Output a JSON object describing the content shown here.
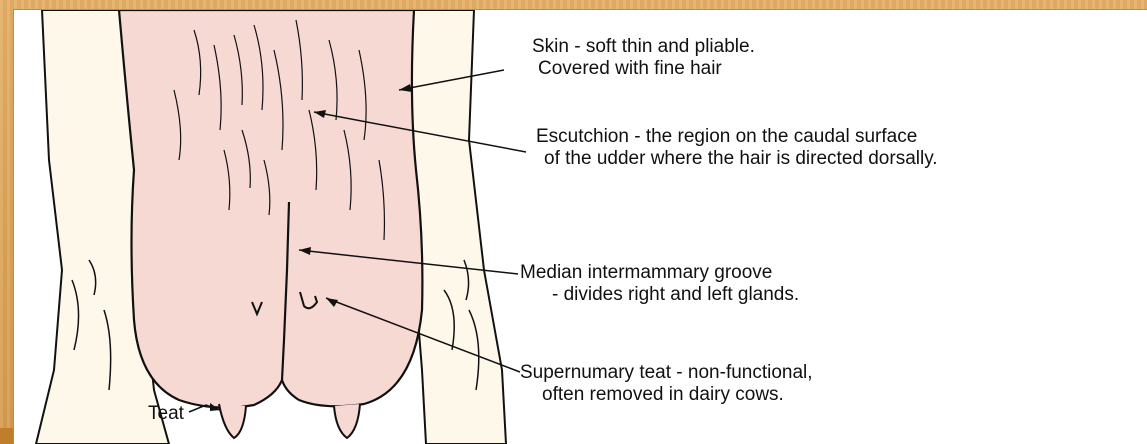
{
  "labels": {
    "skin_line1": "Skin - soft thin and pliable.",
    "skin_line2": "Covered with fine hair",
    "escutchion_line1": "Escutchion - the region on the caudal surface",
    "escutchion_line2": "of the udder where the hair is directed dorsally.",
    "median_line1": "Median intermammary groove",
    "median_line2": "- divides right and left glands.",
    "supernumary_line1": "Supernumary teat - non-functional,",
    "supernumary_line2": "often removed in dairy cows.",
    "teat": "Teat"
  },
  "colors": {
    "background_border": "#d9a35c",
    "udder_fill": "#f7d9d3",
    "leg_fill": "#fdf8ea",
    "outline": "#111111"
  }
}
